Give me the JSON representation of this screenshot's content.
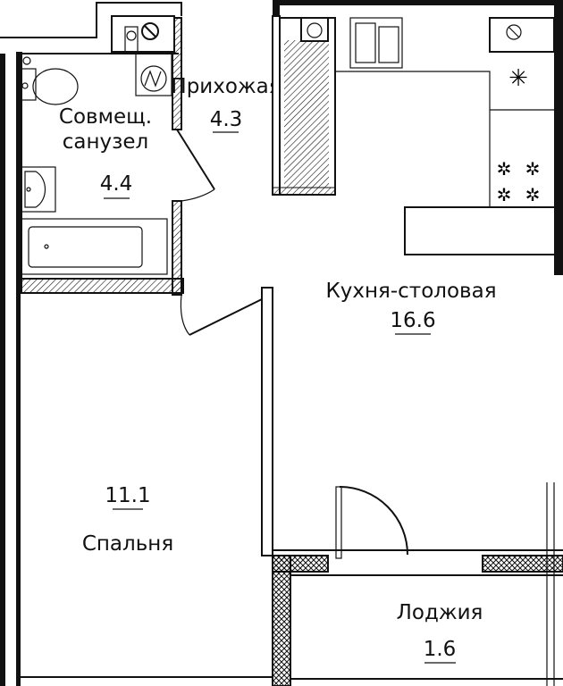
{
  "rooms": {
    "bathroom": {
      "name_line1": "Совмещ.",
      "name_line2": "санузел",
      "area": "4.4"
    },
    "hallway": {
      "name": "Прихожая",
      "area": "4.3"
    },
    "kitchen": {
      "name": "Кухня-столовая",
      "area": "16.6"
    },
    "bedroom": {
      "name": "Спальня",
      "area": "11.1"
    },
    "loggia": {
      "name": "Лоджия",
      "area": "1.6"
    }
  },
  "colors": {
    "line": "#111111",
    "background": "#ffffff"
  }
}
